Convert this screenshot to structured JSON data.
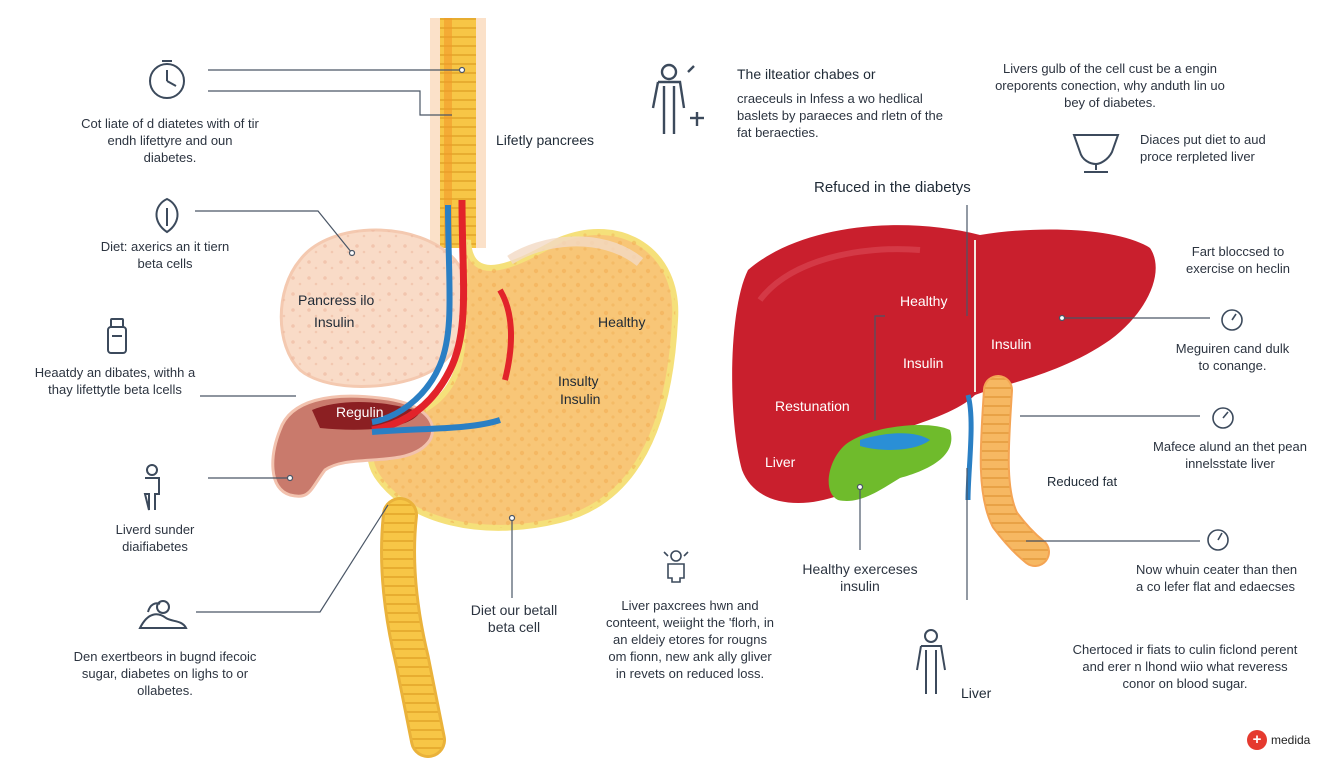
{
  "left_notes": {
    "clock": "Cot liate of d diatetes with of tir endh lifettyre and oun diabetes.",
    "diet": "Diet: axerics an it tiern beta cells",
    "bottle": "Heaatdy an dibates, withh a thay lifettytle beta lcells",
    "person": "Liverd sunder diaifiabetes",
    "bottom": "Den exertbeors in bugnd ifecoic sugar, diabetes on lighs to or ollabetes."
  },
  "center_notes": {
    "top_title": "The ilteatior chabes or",
    "top_body": "craeceuls in lnfess a wo hedlical baslets by paraeces and rletn of the fat beraecties.",
    "bottom": "Liver paxcrees hwn and conteent, weiight the 'florh, in an eldeiy etores for rougns om fionn, new ank ally gliver in revets on reduced loss.",
    "diet_beta": "Diet our betall beta cell",
    "right_title": "Refuced in the diabetys",
    "healthy_exercises": "Healthy exerceses insulin"
  },
  "right_notes": {
    "top": "Livers gulb of the cell cust be a engin oreporents conection, why anduth lin uo bey of diabetes.",
    "cup": "Diaces put diet to aud proce rerpleted liver",
    "fart": "Fart bloccsed to exercise on heclin",
    "megure": "Meguiren cand dulk to conange.",
    "mafece": "Mafece alund an thet pean innelsstate liver",
    "reduced_fat": "Reduced fat",
    "now": "Now whuin ceater than then a co lefer flat and edaecses",
    "chert": "Chertoced ir fiats to culin ficlond perent and erer n lhond wiio what reveress conor on blood sugar."
  },
  "diagram_labels": {
    "lifetly_pancrees": "Lifetly pancrees",
    "pancress_ilo": "Pancress ilo",
    "insulin_1": "Insulin",
    "healthy_stomach": "Healthy",
    "insulty": "Insulty",
    "insulin_2": "Insulin",
    "regulin": "Regulin",
    "healthy_liver": "Healthy",
    "insulin_liver_left": "Insulin",
    "insulin_liver_right": "Insulin",
    "restunation": "Restunation",
    "liver_lobe": "Liver",
    "liver_person": "Liver"
  },
  "logo": {
    "symbol": "+",
    "text": "medida"
  },
  "colors": {
    "liver": "#c9202e",
    "stomach": "#f7c46e",
    "pancreas": "#f8d6c0",
    "gallbladder": "#6fbb2c",
    "duct": "#2a7fc4",
    "icon": "#3c4a5c"
  },
  "icons": [
    "clock-icon",
    "seed-icon",
    "bottle-icon",
    "person-icon",
    "lying-person-icon",
    "standing-person-icon",
    "cup-icon",
    "gauge-icon"
  ]
}
